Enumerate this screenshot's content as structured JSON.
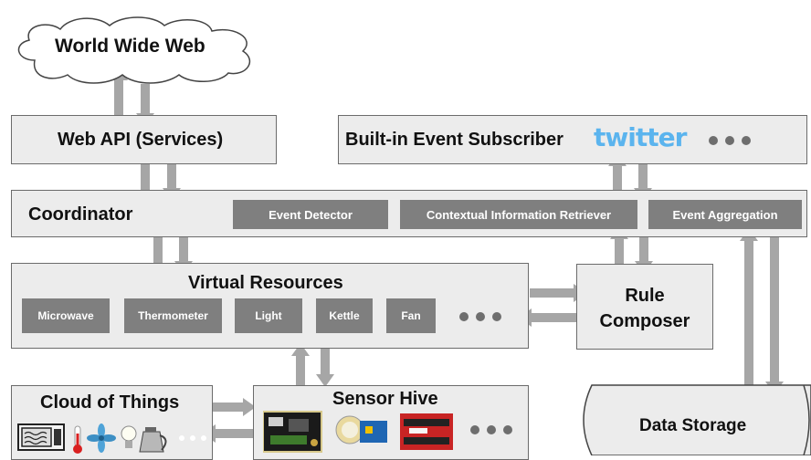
{
  "cloud": {
    "label": "World Wide Web"
  },
  "web_api": {
    "label": "Web API (Services)"
  },
  "subscriber": {
    "label": "Built-in Event Subscriber",
    "twitter": "twitter"
  },
  "coordinator": {
    "label": "Coordinator",
    "components": [
      "Event Detector",
      "Contextual Information Retriever",
      "Event Aggregation"
    ]
  },
  "virtual": {
    "label": "Virtual Resources",
    "items": [
      "Microwave",
      "Thermometer",
      "Light",
      "Kettle",
      "Fan"
    ]
  },
  "rule": {
    "label": "Rule\nComposer"
  },
  "cloud_things": {
    "label": "Cloud of Things"
  },
  "hive": {
    "label": "Sensor Hive"
  },
  "storage": {
    "label": "Data Storage"
  },
  "colors": {
    "box": "#ececec",
    "chip": "#7f7f7f",
    "arrow": "#a6a6a6",
    "twitter": "#55acee"
  }
}
